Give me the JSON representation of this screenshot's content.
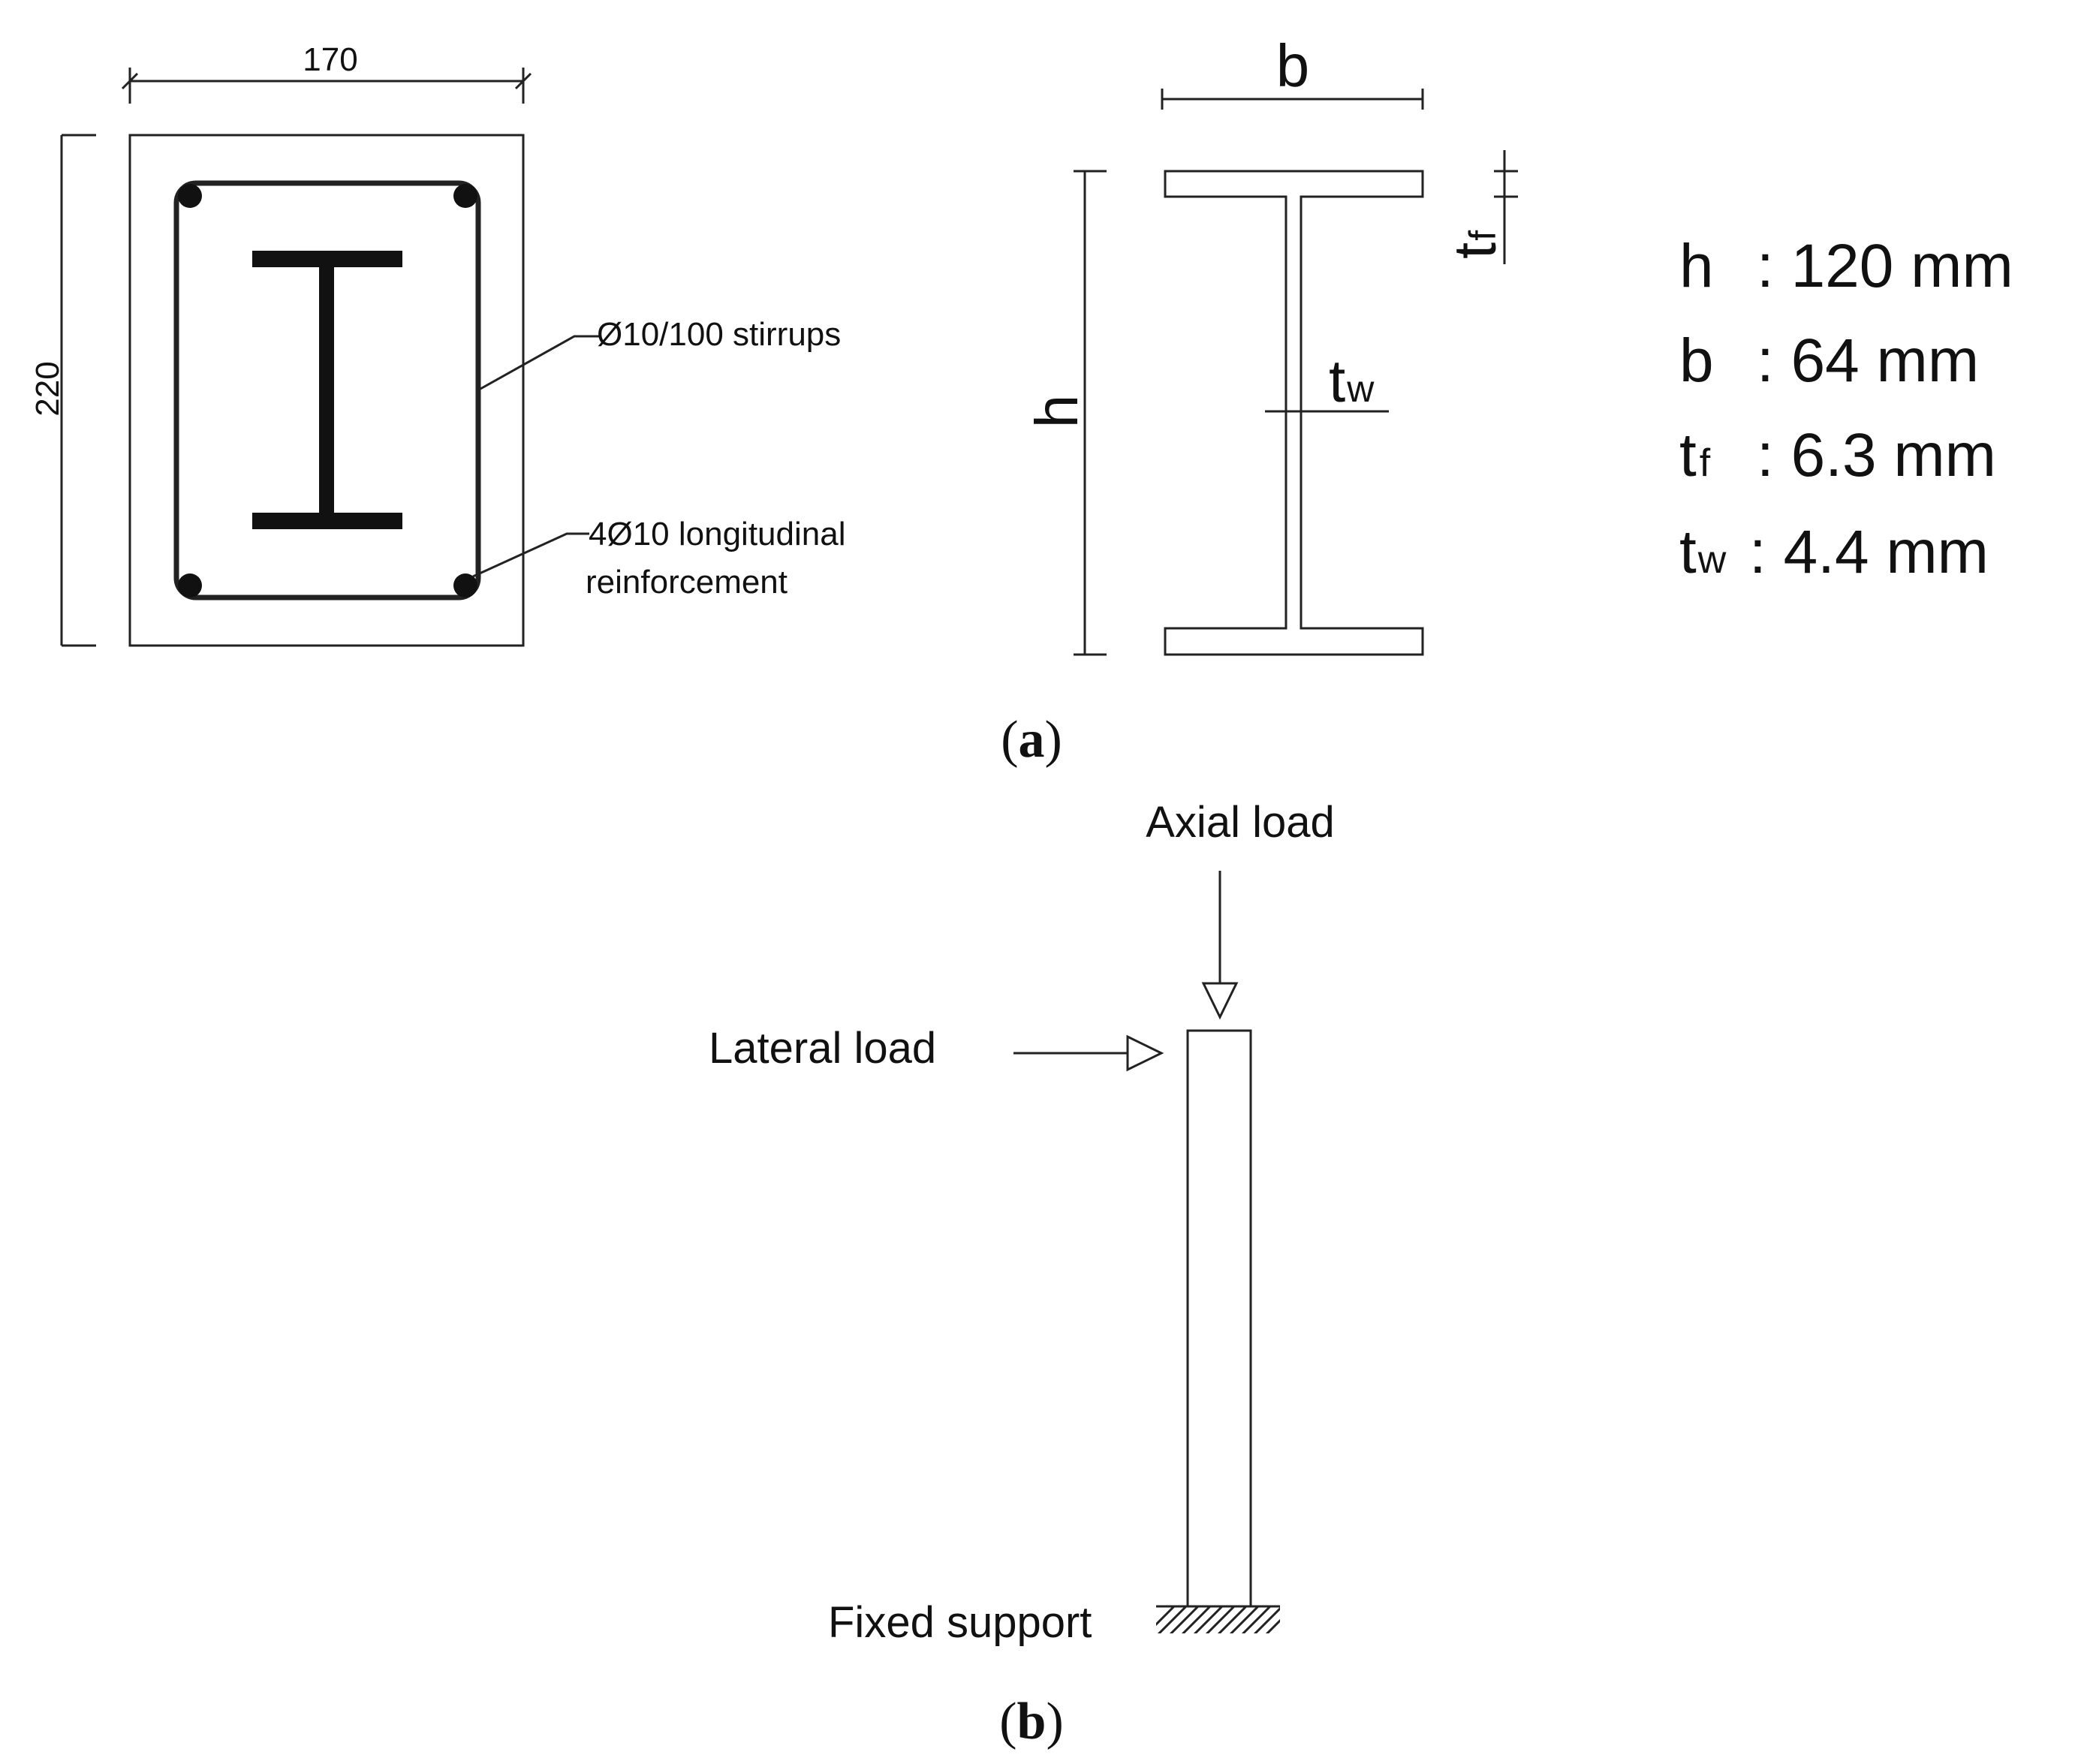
{
  "panel_a": {
    "caption_open": "(",
    "caption_letter": "a",
    "caption_close": ")",
    "section": {
      "width_dim": "170",
      "height_dim": "220",
      "stirrups_label": "Ø10/100 stirrups",
      "longitudinal_label_line1": "4Ø10 longitudinal",
      "longitudinal_label_line2": "reinforcement"
    },
    "steel_profile": {
      "b_label": "b",
      "h_label": "h",
      "tf_main": "t",
      "tf_sub": "f",
      "tw_main": "t",
      "tw_sub": "w"
    },
    "properties": [
      {
        "symbol": "h",
        "sub": "",
        "value": ": 120 mm"
      },
      {
        "symbol": "b",
        "sub": "",
        "value": ": 64 mm"
      },
      {
        "symbol": "t",
        "sub": "f",
        "value": ": 6.3 mm"
      },
      {
        "symbol": "t",
        "sub": "w",
        "value": ": 4.4 mm"
      }
    ]
  },
  "panel_b": {
    "caption_open": "(",
    "caption_letter": "b",
    "caption_close": ")",
    "axial_load": "Axial load",
    "lateral_load": "Lateral load",
    "fixed_support": "Fixed support"
  }
}
